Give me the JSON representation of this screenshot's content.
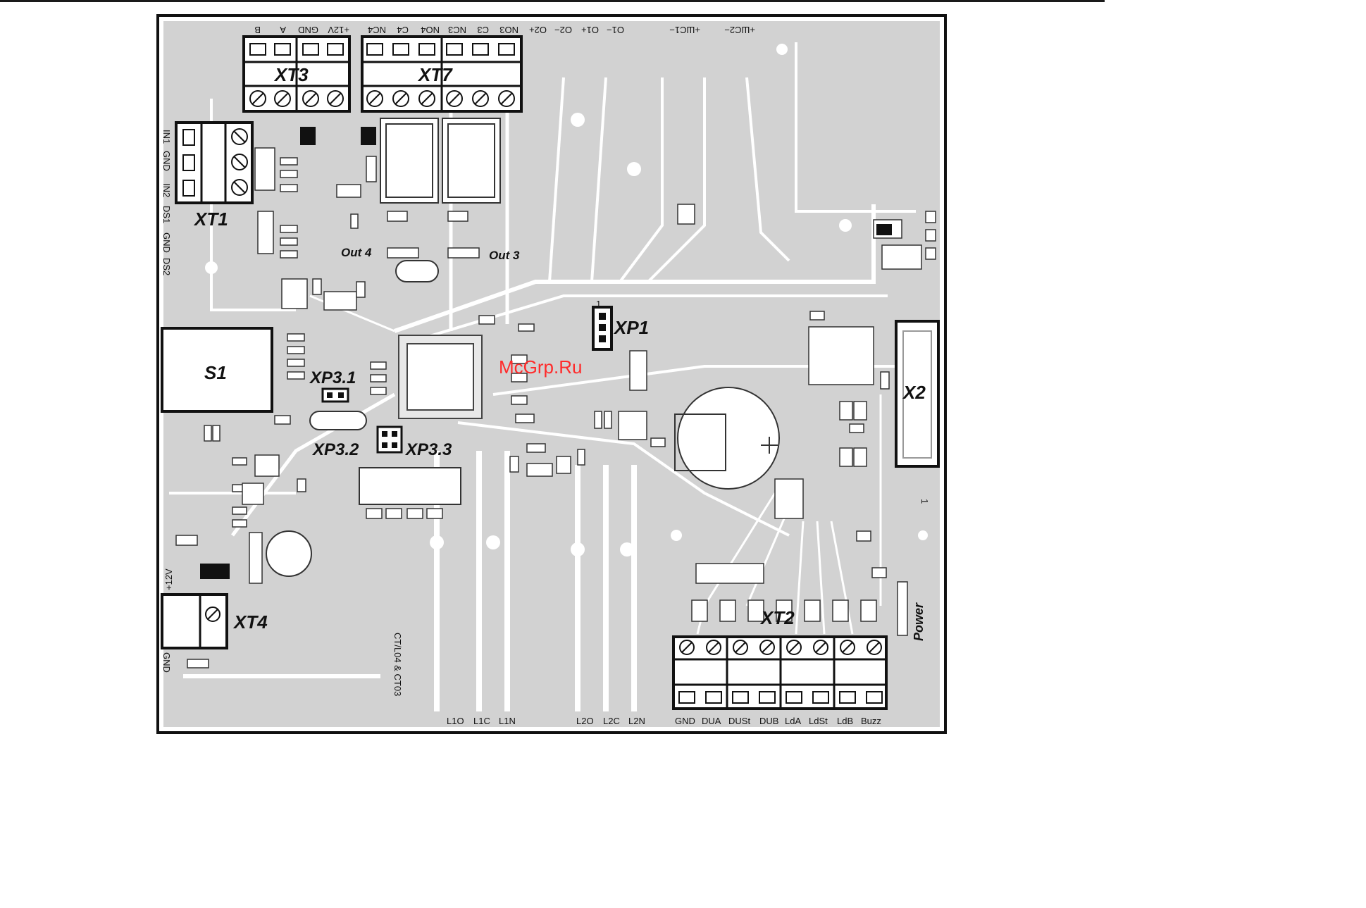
{
  "watermark": "McGrp.Ru",
  "colors": {
    "board": "#d2d2d2",
    "trace": "#ffffff",
    "outline": "#111111",
    "watermark": "#ff2a2a"
  },
  "connectors": {
    "xt1": {
      "label": "XT1",
      "pins": [
        "IN1",
        "GND",
        "IN2",
        "DS1",
        "GND",
        "DS2"
      ]
    },
    "xt2": {
      "label": "XT2",
      "pins": [
        "GND",
        "DUA",
        "DUSt",
        "DUB",
        "LdA",
        "LdSt",
        "LdB",
        "Buzz"
      ]
    },
    "xt3": {
      "label": "XT3",
      "pins": [
        "B",
        "A",
        "GND",
        "+12V"
      ]
    },
    "xt4": {
      "label": "XT4",
      "pins": [
        "+12V",
        "GND"
      ]
    },
    "xt7": {
      "label": "XT7",
      "pins": [
        "NC4",
        "C4",
        "NO4",
        "NC3",
        "C3",
        "NO3"
      ]
    },
    "x2": {
      "label": "X2",
      "pin1": "1"
    }
  },
  "top_labels": [
    "O2+",
    "O2−",
    "O1+",
    "O1−",
    "+ШС1−",
    "+ШС2−"
  ],
  "bottom_labels": [
    "L1O",
    "L1C",
    "L1N",
    "L2O",
    "L2C",
    "L2N"
  ],
  "designators": {
    "s1": "S1",
    "xp1": "XP1",
    "xp3_1": "XP3.1",
    "xp3_2": "XP3.2",
    "xp3_3": "XP3.3",
    "out4": "Out 4",
    "out3": "Out 3",
    "power": "Power",
    "ct": "CT/L04 & CT03",
    "xp1_pin": "1"
  }
}
